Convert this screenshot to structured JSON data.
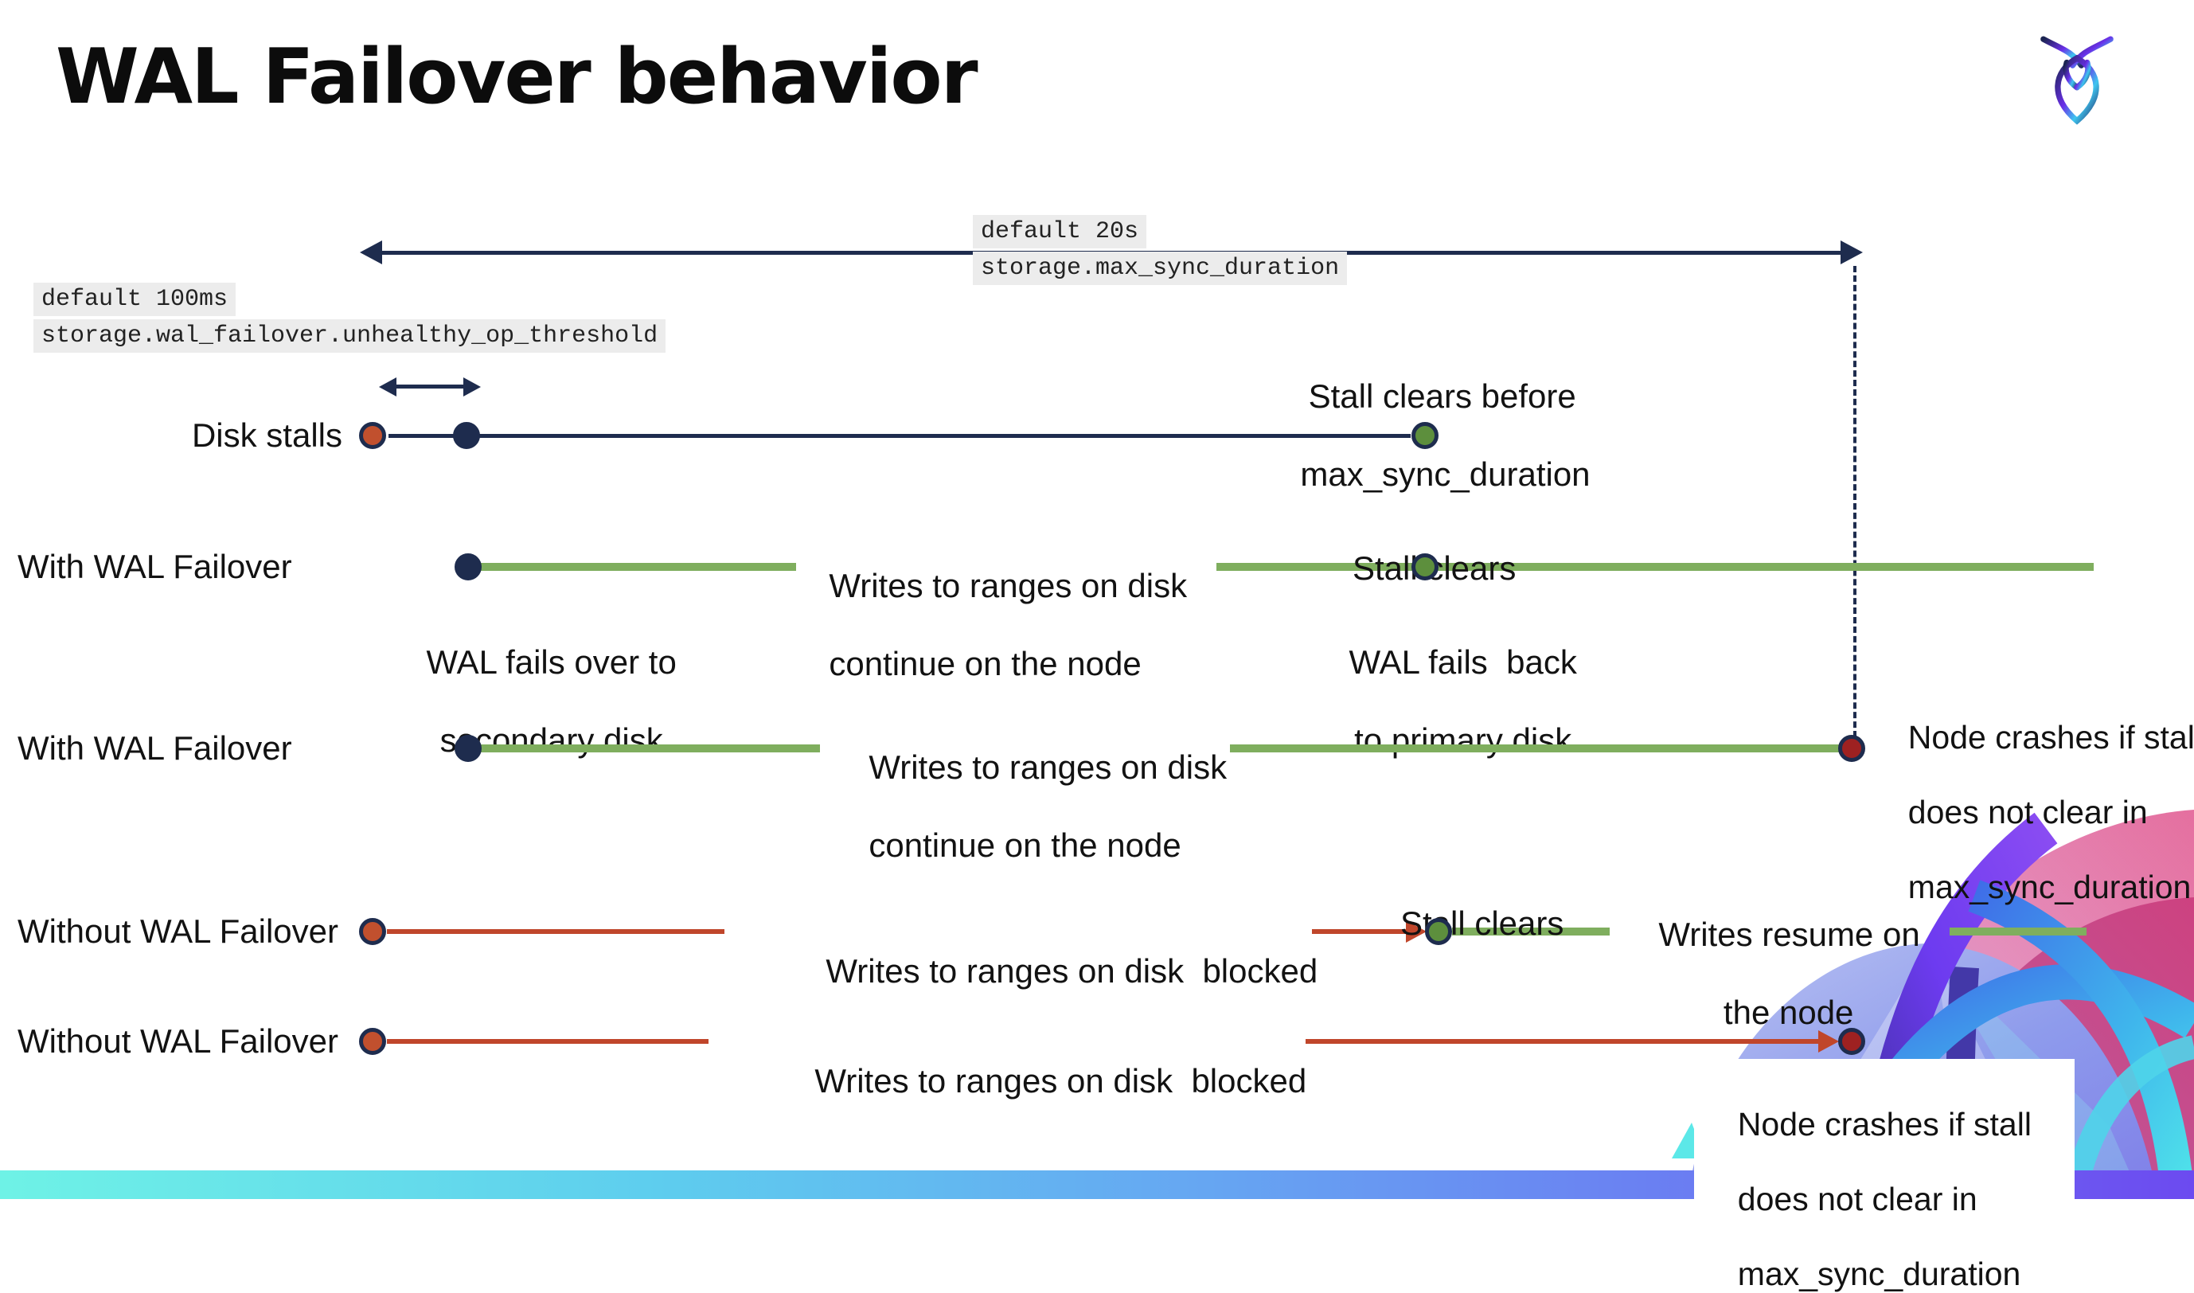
{
  "slide": {
    "title": "WAL Failover behavior"
  },
  "settings": {
    "max_sync_duration": {
      "default_label": "default 20s",
      "setting_name": "storage.max_sync_duration"
    },
    "unhealthy_op_threshold": {
      "default_label": "default 100ms",
      "setting_name": "storage.wal_failover.unhealthy_op_threshold"
    }
  },
  "rows": [
    {
      "label": "Disk stalls"
    },
    {
      "label": "With WAL Failover"
    },
    {
      "label": "With WAL Failover"
    },
    {
      "label": "Without WAL Failover"
    },
    {
      "label": "Without WAL Failover"
    }
  ],
  "annotations": {
    "stall_clears_before_line1": "Stall clears before",
    "stall_clears_before_line2": "max_sync_duration",
    "wal_fails_over_line1": "WAL fails over to",
    "wal_fails_over_line2": "secondary disk",
    "writes_continue_line1": "Writes to ranges on disk",
    "writes_continue_line2": "continue on the node",
    "stall_clears": "Stall clears",
    "wal_fails_back_line1": "WAL fails  back",
    "wal_fails_back_line2": "to primary disk",
    "node_crashes_line1": "Node crashes if stall",
    "node_crashes_line2": "does not clear in",
    "node_crashes_line3": "max_sync_duration",
    "writes_blocked": "Writes to ranges on disk  blocked",
    "writes_resume_line1": "Writes resume on",
    "writes_resume_line2": "the node"
  },
  "colors": {
    "navy": "#1e2c4e",
    "green_line": "#7fae5e",
    "green_dot": "#5d8f3d",
    "red_orange_dot": "#c1502e",
    "red_line": "#c0462b",
    "dark_red_dot": "#9e2121",
    "code_background": "#ececec",
    "bar_gradient_start": "#6ef2e6",
    "bar_gradient_end": "#6c4af0"
  }
}
